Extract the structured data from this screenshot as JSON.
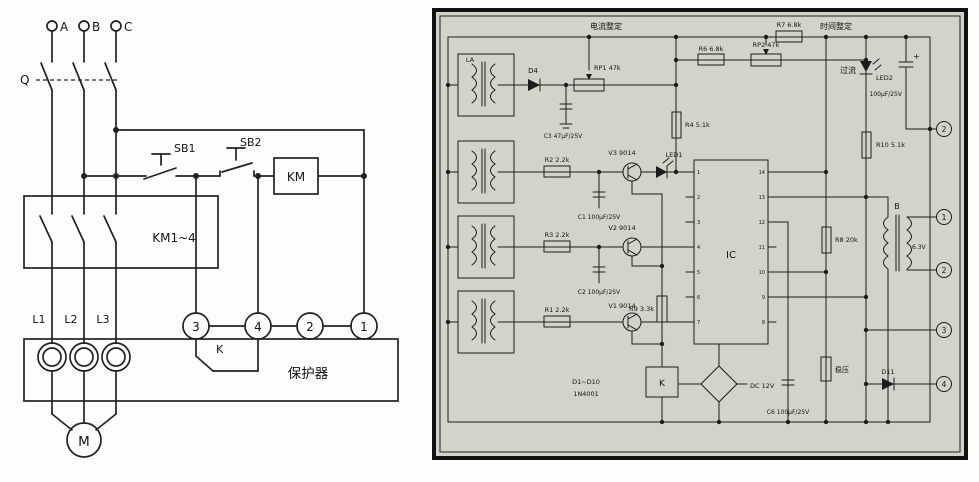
{
  "left": {
    "phase_a": "A",
    "phase_b": "B",
    "phase_c": "C",
    "switch": "Q",
    "sb1": "SB1",
    "sb2": "SB2",
    "km": "KM",
    "km_contacts": "KM1~4",
    "l1": "L1",
    "l2": "L2",
    "l3": "L3",
    "t3": "3",
    "t4": "4",
    "t2": "2",
    "t1": "1",
    "k": "K",
    "protector": "保护器",
    "motor": "M"
  },
  "right": {
    "la": "LA",
    "d4": "D4",
    "rp1": "RP1 47k",
    "current_setting": "电流整定",
    "c3": "C3 47μF/25V",
    "r6": "R6 6.8k",
    "rp2": "RP2 47k",
    "r7": "R7 6.8k",
    "time_setting": "时间整定",
    "r2": "R2 2.2k",
    "v3": "V3 9014",
    "led1": "LED1",
    "c1": "C1 100μF/25V",
    "r3": "R3 2.2k",
    "v2": "V2 9014",
    "c2": "C2 100μF/25V",
    "r1": "R1 2.2k",
    "v1": "V1 9014",
    "r4": "R4 5.1k",
    "r9": "R9 3.3k",
    "ic": "IC",
    "ic_pins_left": [
      "1",
      "2",
      "3",
      "4",
      "5",
      "6",
      "7"
    ],
    "ic_pins_right": [
      "14",
      "13",
      "12",
      "11",
      "10",
      "9",
      "8"
    ],
    "diode_range": "D1~D10",
    "diode_type": "1N4001",
    "relay": "K",
    "dc_out": "DC 12V",
    "c6": "C6 100μF/25V",
    "regulator": "稳压",
    "r8": "R8 20k",
    "r10": "R10 5.1k",
    "led2": "LED2",
    "overcurrent": "过流",
    "cap_plus": "+",
    "cap_tr": "100μF/25V",
    "d11": "D11",
    "transformer_b": "B",
    "secondary_v": "6.3V",
    "term_top": "2",
    "term_1": "1",
    "term_2": "2",
    "term_3": "3",
    "term_4": "4"
  }
}
